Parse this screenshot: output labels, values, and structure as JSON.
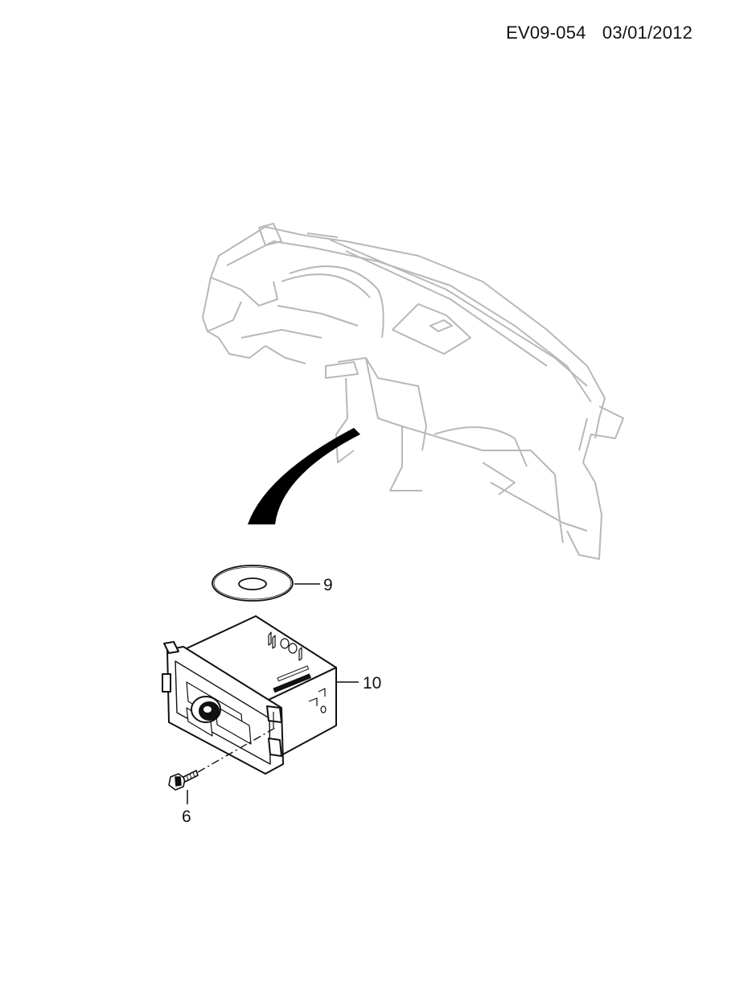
{
  "header": {
    "drawing_id": "EV09-054",
    "date": "03/01/2012"
  },
  "diagram": {
    "components": [
      {
        "id": "dashboard",
        "label": "Instrument panel (context)",
        "ghosted": true
      },
      {
        "id": "cd",
        "callout": "9"
      },
      {
        "id": "audio-unit",
        "callout": "10"
      },
      {
        "id": "screw",
        "callout": "6"
      }
    ],
    "colors": {
      "linework": "#111111",
      "ghost": "#b8b8b8",
      "pointer": "#000000"
    }
  }
}
